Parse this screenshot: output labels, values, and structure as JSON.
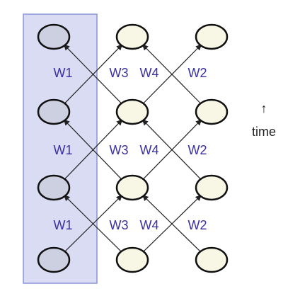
{
  "diagram": {
    "time_label": "time",
    "time_arrow_glyph": "↑",
    "colors": {
      "highlight_fill": "#d9dcf3",
      "highlight_stroke": "#8a93d6",
      "node_dark_fill": "#cdd0e0",
      "node_light_fill": "#f8f7e6",
      "node_stroke": "#111111",
      "edge": "#222222",
      "weight_text": "#3a2fa0"
    },
    "rows": [
      {
        "labels": [
          "W1",
          "W3",
          "W4",
          "W2"
        ]
      },
      {
        "labels": [
          "W1",
          "W3",
          "W4",
          "W2"
        ]
      },
      {
        "labels": [
          "W1",
          "W3",
          "W4",
          "W2"
        ]
      }
    ]
  }
}
